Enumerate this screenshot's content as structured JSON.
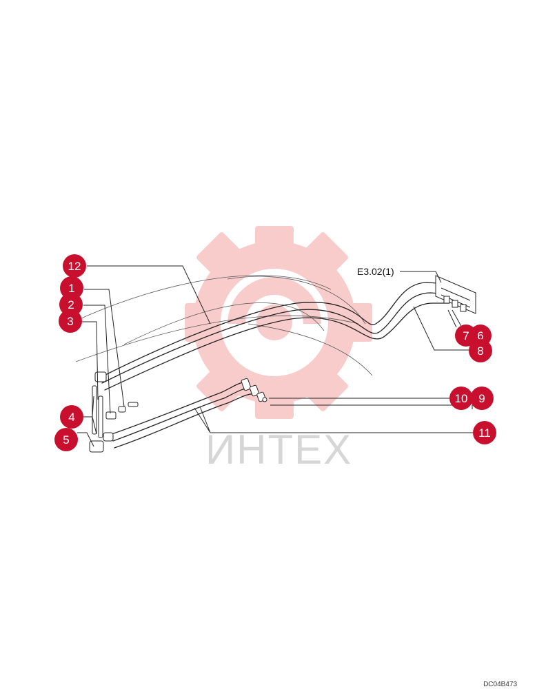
{
  "reference_label": "E3.02(1)",
  "drawing_code": "DC04B473",
  "watermark_text": "ИНТЕХ",
  "colors": {
    "callout_fill": "#c8102e",
    "callout_text": "#ffffff",
    "line": "#222222",
    "watermark_red": "#f7c5c5",
    "watermark_text": "#d6d6d6"
  },
  "callouts": [
    {
      "id": "12",
      "label": "12"
    },
    {
      "id": "1",
      "label": "1"
    },
    {
      "id": "2",
      "label": "2"
    },
    {
      "id": "3",
      "label": "3"
    },
    {
      "id": "4",
      "label": "4"
    },
    {
      "id": "5",
      "label": "5"
    },
    {
      "id": "7",
      "label": "7"
    },
    {
      "id": "6",
      "label": "6"
    },
    {
      "id": "8",
      "label": "8"
    },
    {
      "id": "10",
      "label": "10"
    },
    {
      "id": "9",
      "label": "9"
    },
    {
      "id": "11",
      "label": "11"
    }
  ]
}
